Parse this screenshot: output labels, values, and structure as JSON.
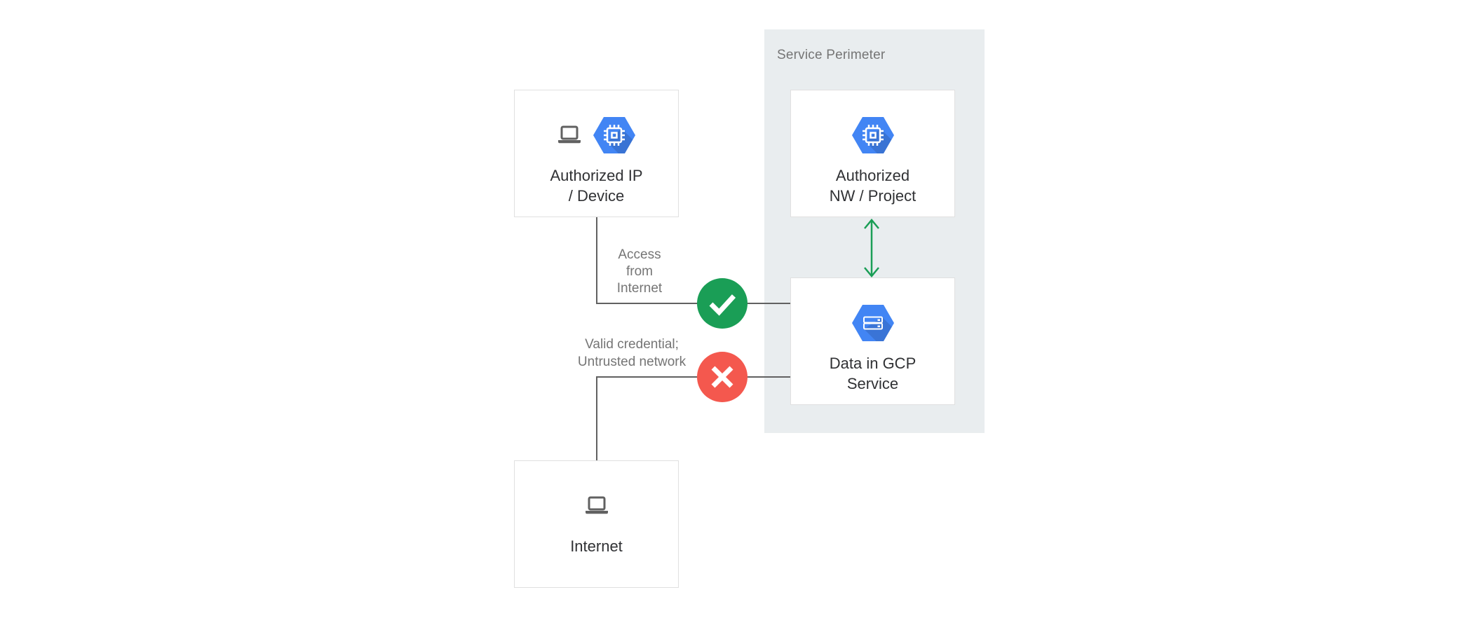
{
  "diagram": {
    "title_context": "VPC Service Controls access diagram",
    "service_perimeter": {
      "label": "Service Perimeter"
    },
    "nodes": {
      "authorized_ip_device": {
        "label": "Authorized IP\n/ Device",
        "icons": [
          "laptop-icon",
          "compute-engine-icon"
        ]
      },
      "authorized_nw_project": {
        "label": "Authorized\nNW / Project",
        "icons": [
          "compute-engine-icon"
        ]
      },
      "data_in_gcp_service": {
        "label": "Data in GCP\nService",
        "icons": [
          "storage-icon"
        ]
      },
      "internet": {
        "label": "Internet",
        "icons": [
          "laptop-icon"
        ]
      }
    },
    "edge_labels": {
      "access_from_internet": "Access\nfrom\nInternet",
      "valid_credential_untrusted_network": "Valid credential;\nUntrusted network"
    },
    "status_icons": {
      "allowed": "check-icon",
      "denied": "cross-icon"
    },
    "colors": {
      "perimeter_bg": "#E9EDEF",
      "node_border": "#E0E0E0",
      "connector": "#616161",
      "allowed_green": "#1A9E56",
      "denied_red": "#F4584E",
      "gcp_blue": "#4285F4",
      "label_gray": "#757575",
      "text_dark": "#303134"
    }
  }
}
